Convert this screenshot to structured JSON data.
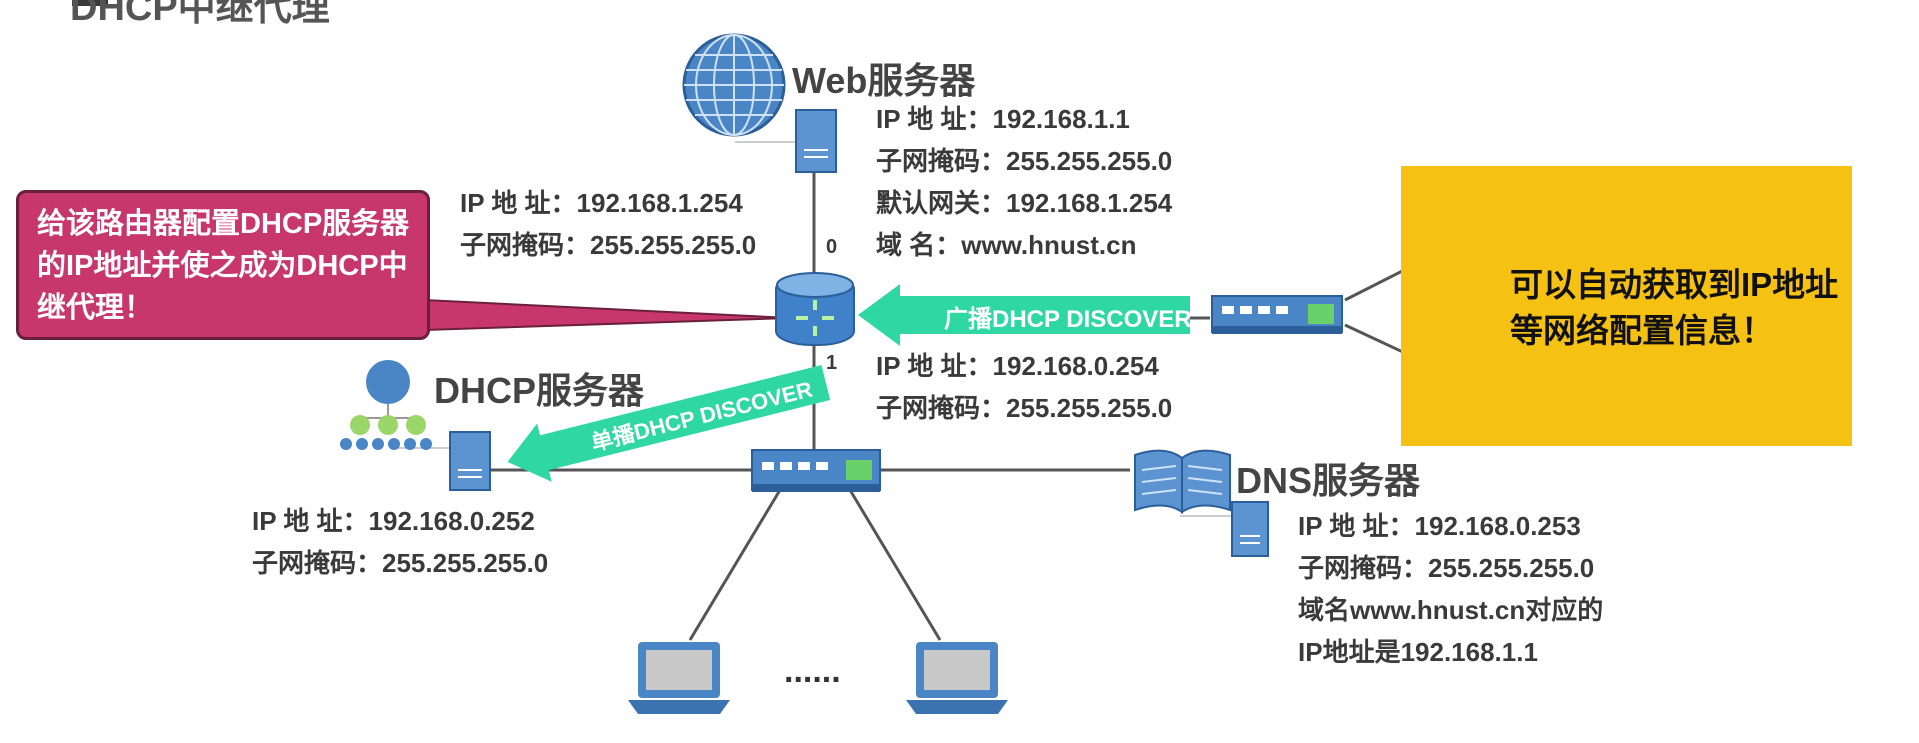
{
  "title": "DHCP中继代理",
  "web_server": {
    "name": "Web服务器",
    "lines": [
      "IP 地  址：192.168.1.1",
      "子网掩码：255.255.255.0",
      "默认网关：192.168.1.254",
      "域        名：www.hnust.cn"
    ]
  },
  "router": {
    "if0_lines": [
      "IP 地  址：192.168.1.254",
      "子网掩码：255.255.255.0"
    ],
    "if1_lines": [
      "IP 地  址：192.168.0.254",
      "子网掩码：255.255.255.0"
    ],
    "port0": "0",
    "port1": "1"
  },
  "callout": {
    "text": "给该路由器配置DHCP服务器的IP地址并使之成为DHCP中继代理！"
  },
  "dhcp_server": {
    "name": "DHCP服务器",
    "lines": [
      "IP 地  址：192.168.0.252",
      "子网掩码：255.255.255.0"
    ]
  },
  "dns_server": {
    "name": "DNS服务器",
    "lines": [
      "IP 地  址：192.168.0.253",
      "子网掩码：255.255.255.0",
      "域名www.hnust.cn对应的",
      "IP地址是192.168.1.1"
    ]
  },
  "arrows": {
    "broadcast": "广播DHCP DISCOVER",
    "unicast": "单播DHCP DISCOVER"
  },
  "yellow_note": {
    "text": "可以自动获取到IP地址等网络配置信息！"
  },
  "ellipsis": "......",
  "colors": {
    "device_blue": "#4a86c5",
    "arrow_green": "#2fd8a3",
    "callout": "#c8376c",
    "note_yellow": "#f5c213"
  },
  "icons": [
    "globe-icon",
    "server-icon",
    "router-icon",
    "switch-icon",
    "laptop-icon",
    "dhcp-tree-icon",
    "book-icon"
  ]
}
